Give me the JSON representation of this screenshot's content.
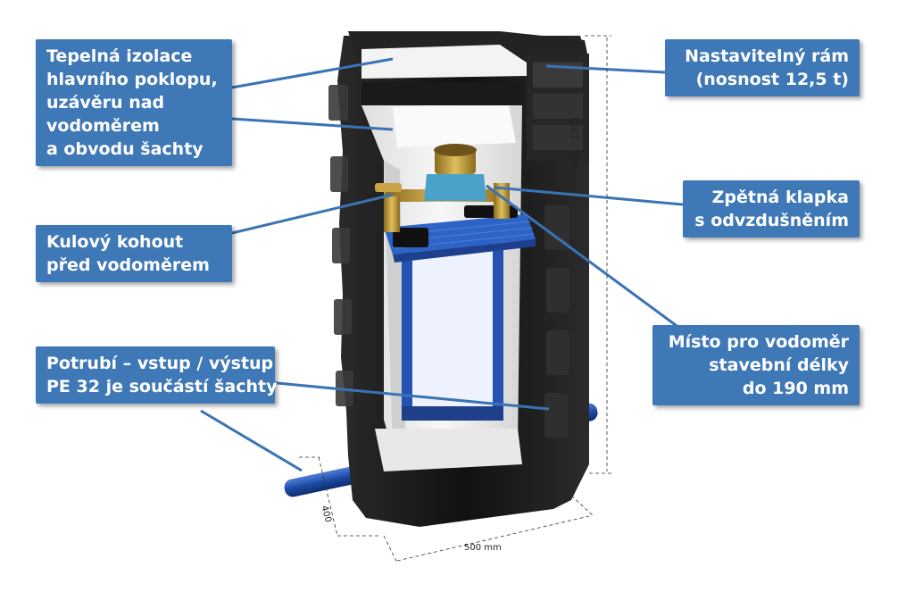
{
  "callouts": {
    "insulation": [
      "Tepelná izolace",
      "hlavního poklopu,",
      "uzávěru nad",
      "vodoměrem",
      "a obvodu šachty"
    ],
    "frame": [
      "Nastavitelný rám",
      "(nosnost 12,5 t)"
    ],
    "check_valve": [
      "Zpětná klapka",
      "s odvzdušněním"
    ],
    "ball_valve": [
      "Kulový kohout",
      "před vodoměrem"
    ],
    "meter_space": [
      "Místo pro vodoměr",
      "stavební délky",
      "do 190 mm"
    ],
    "pipe": [
      "Potrubí – vstup / výstup",
      "PE 32 je součástí šachty"
    ]
  },
  "dimensions": {
    "height": "1163 – 1339 mm",
    "depth": "400",
    "width": "500 mm"
  },
  "colors": {
    "callout_bg": "#3f78b6",
    "shaft_black": "#1c1c1c",
    "insulation_white": "#f2f2f2",
    "pipe_blue": "#1f4fa8",
    "leader_line": "#3a73b4",
    "meter_brass": "#b89233",
    "meter_blue": "#4fa3c7"
  }
}
